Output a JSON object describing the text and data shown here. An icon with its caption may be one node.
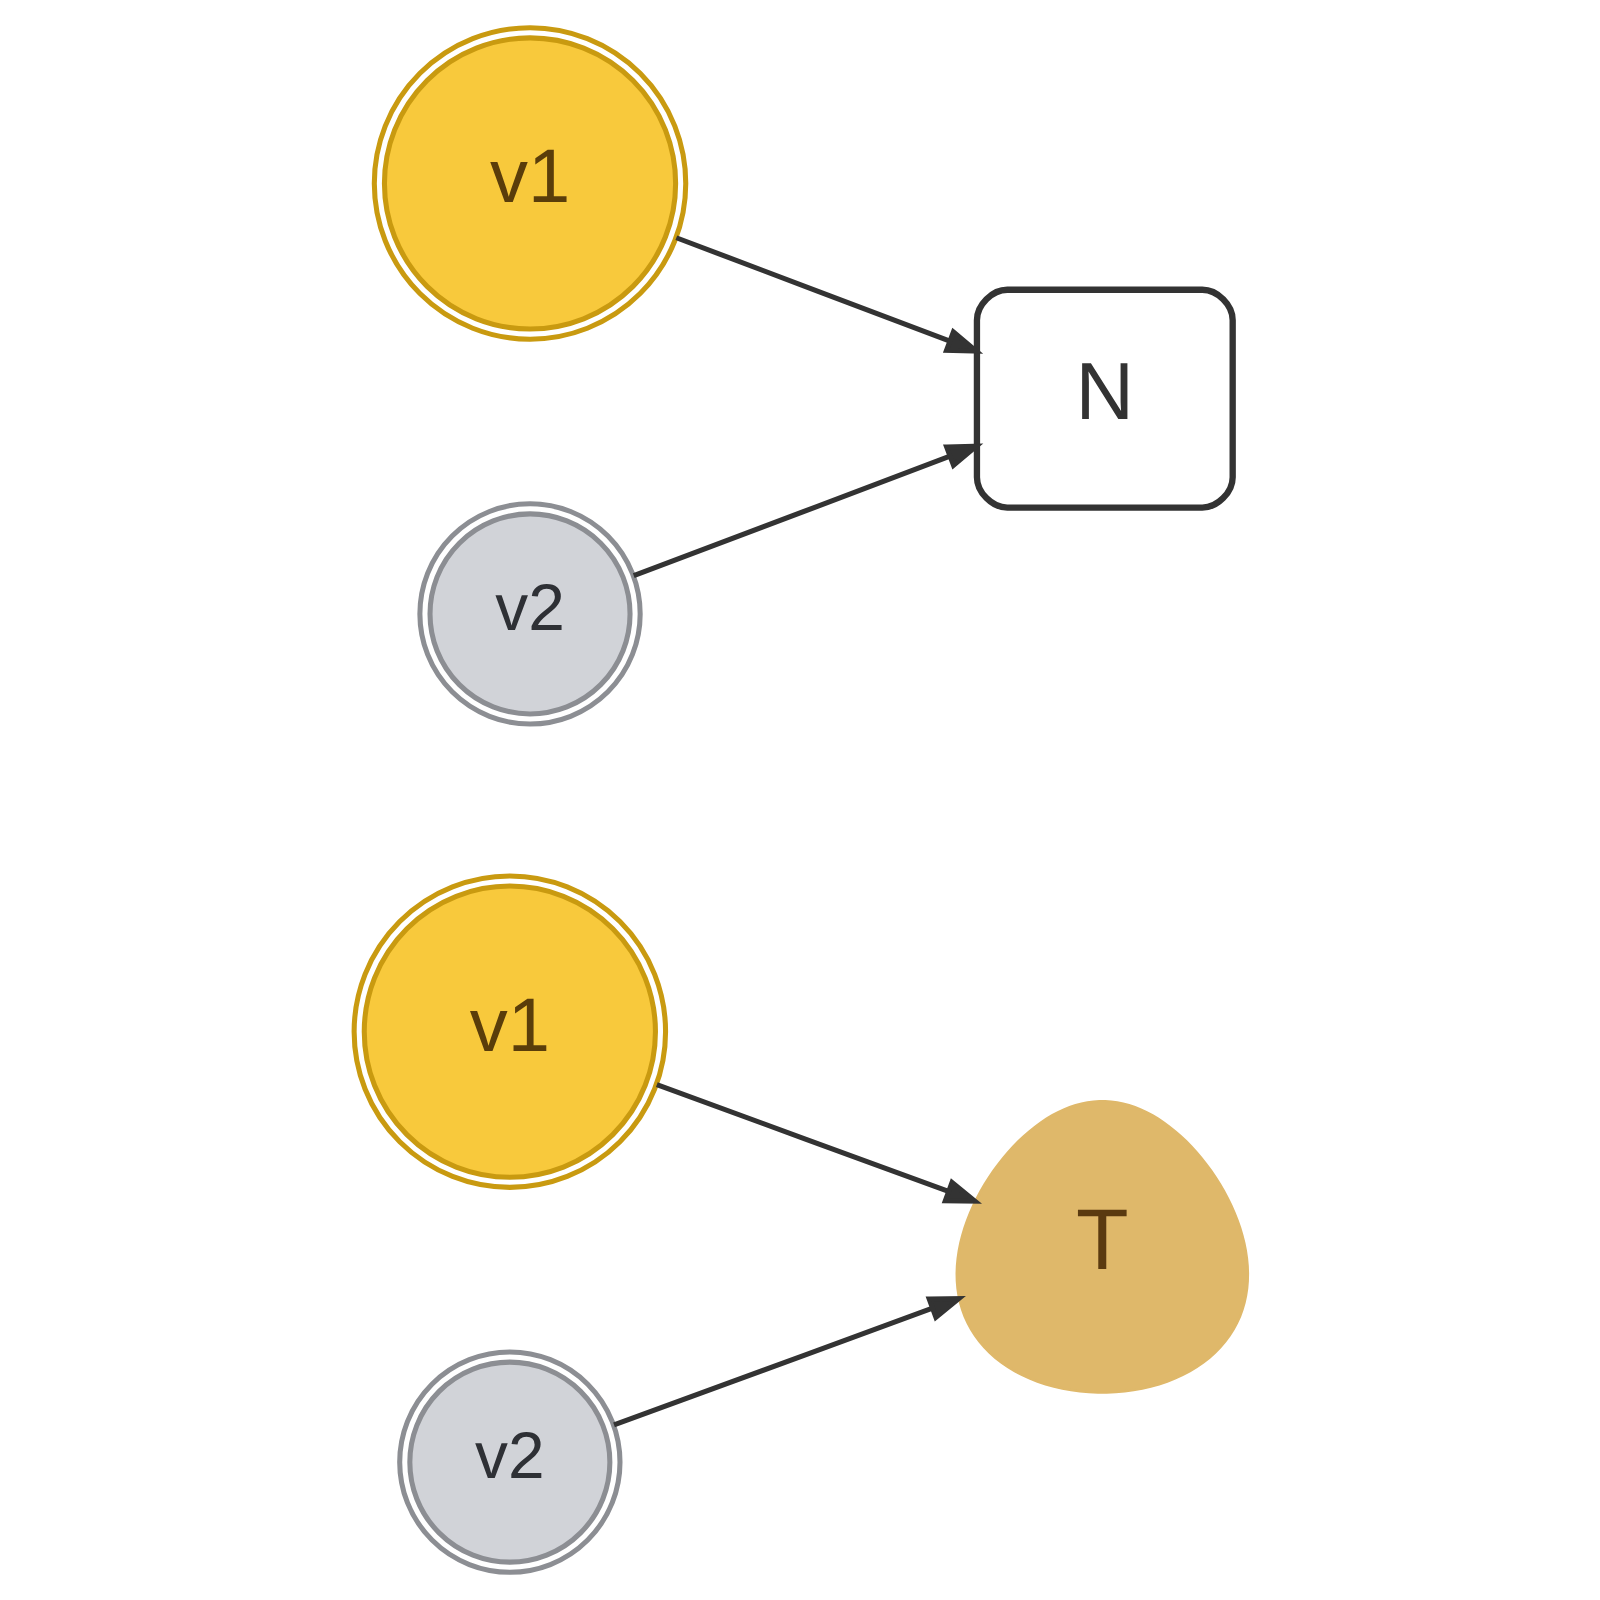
{
  "diagram": {
    "nodes": [
      {
        "text": [
          "v1"
        ]
      },
      {
        "text": [
          "v2"
        ]
      },
      {
        "text": [
          "N"
        ]
      },
      {
        "text": [
          "v1"
        ]
      },
      {
        "text": [
          "v2"
        ]
      },
      {
        "text": [
          "T"
        ]
      }
    ],
    "edges": [
      {
        "from": 0,
        "to": 2,
        "arrow": "to"
      },
      {
        "from": 1,
        "to": 2,
        "arrow": "to"
      },
      {
        "from": 3,
        "to": 5,
        "arrow": "to"
      },
      {
        "from": 4,
        "to": 5,
        "arrow": "to"
      }
    ]
  }
}
